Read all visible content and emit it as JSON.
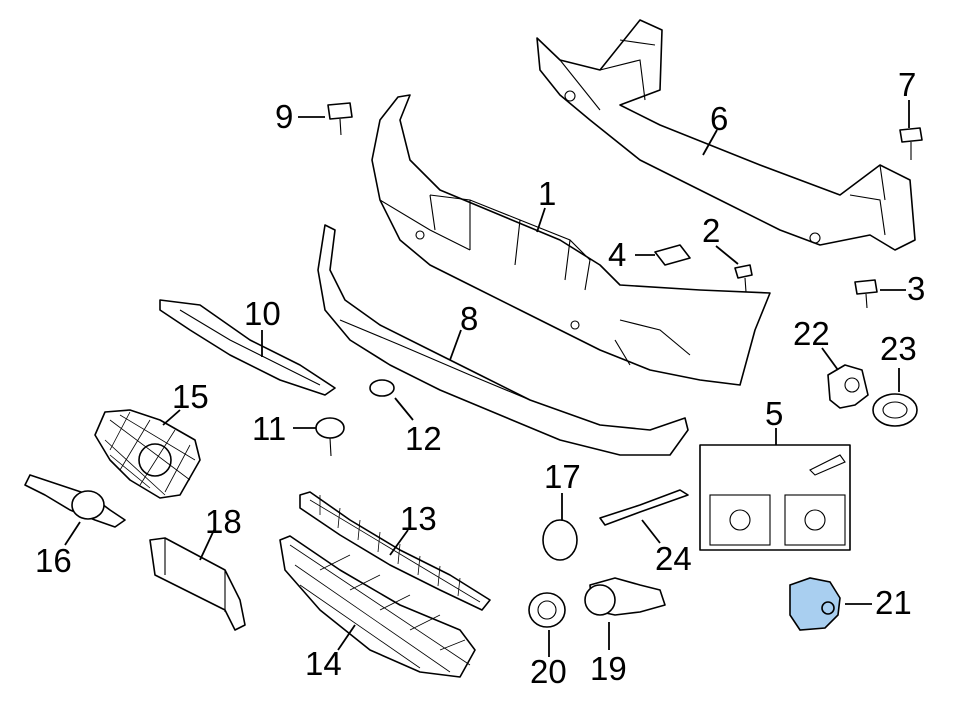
{
  "diagram": {
    "callouts": [
      {
        "id": "1",
        "text": "1"
      },
      {
        "id": "2",
        "text": "2"
      },
      {
        "id": "3",
        "text": "3"
      },
      {
        "id": "4",
        "text": "4"
      },
      {
        "id": "5",
        "text": "5"
      },
      {
        "id": "6",
        "text": "6"
      },
      {
        "id": "7",
        "text": "7"
      },
      {
        "id": "8",
        "text": "8"
      },
      {
        "id": "9",
        "text": "9"
      },
      {
        "id": "10",
        "text": "10"
      },
      {
        "id": "11",
        "text": "11"
      },
      {
        "id": "12",
        "text": "12"
      },
      {
        "id": "13",
        "text": "13"
      },
      {
        "id": "14",
        "text": "14"
      },
      {
        "id": "15",
        "text": "15"
      },
      {
        "id": "16",
        "text": "16"
      },
      {
        "id": "17",
        "text": "17"
      },
      {
        "id": "18",
        "text": "18"
      },
      {
        "id": "19",
        "text": "19"
      },
      {
        "id": "20",
        "text": "20"
      },
      {
        "id": "21",
        "text": "21"
      },
      {
        "id": "22",
        "text": "22"
      },
      {
        "id": "23",
        "text": "23"
      },
      {
        "id": "24",
        "text": "24"
      }
    ],
    "highlight_color": "#a9cff0",
    "highlighted_part": "21"
  }
}
